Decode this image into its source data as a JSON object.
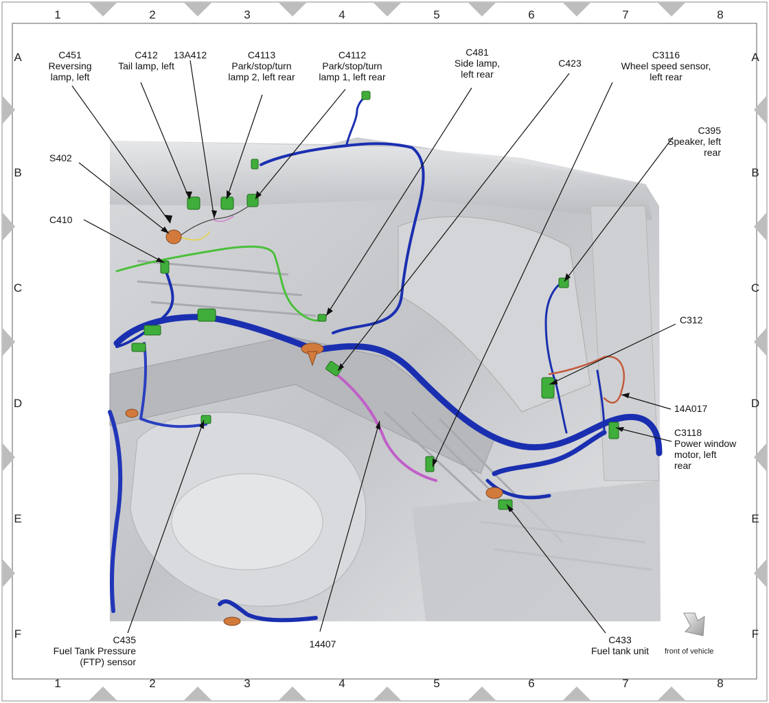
{
  "grid": {
    "columns": [
      "1",
      "2",
      "3",
      "4",
      "5",
      "6",
      "7",
      "8"
    ],
    "rows": [
      "A",
      "B",
      "C",
      "D",
      "E",
      "F"
    ]
  },
  "callouts": {
    "c451": {
      "code": "C451",
      "line1": "Reversing",
      "line2": "lamp, left"
    },
    "c412": {
      "code": "C412",
      "line1": "Tail lamp, left"
    },
    "s13a412": {
      "code": "13A412"
    },
    "c4113": {
      "code": "C4113",
      "line1": "Park/stop/turn",
      "line2": "lamp 2, left rear"
    },
    "c4112": {
      "code": "C4112",
      "line1": "Park/stop/turn",
      "line2": "lamp 1, left rear"
    },
    "c481": {
      "code": "C481",
      "line1": "Side lamp,",
      "line2": "left rear"
    },
    "c423": {
      "code": "C423"
    },
    "c3116": {
      "code": "C3116",
      "line1": "Wheel speed sensor,",
      "line2": "left rear"
    },
    "c395": {
      "code": "C395",
      "line1": "Speaker, left",
      "line2": "rear"
    },
    "s402": {
      "code": "S402"
    },
    "c410": {
      "code": "C410"
    },
    "c312": {
      "code": "C312"
    },
    "s14a017": {
      "code": "14A017"
    },
    "c3118": {
      "code": "C3118",
      "line1": "Power window",
      "line2": "motor, left",
      "line3": "rear"
    },
    "c435": {
      "code": "C435",
      "line1": "Fuel Tank Pressure",
      "line2": "(FTP) sensor"
    },
    "s14407": {
      "code": "14407"
    },
    "c433": {
      "code": "C433",
      "line1": "Fuel tank unit"
    }
  },
  "front_of_vehicle": "front of vehicle",
  "colors": {
    "harness_blue": "#1a2fb0",
    "harness_green": "#4bbf3a",
    "harness_magenta": "#c05fc8",
    "connector_green": "#3fae3a",
    "grommet_orange": "#d27a3c",
    "floor_gray": "#c9cbce",
    "marker_gray": "#bdbdbd"
  }
}
